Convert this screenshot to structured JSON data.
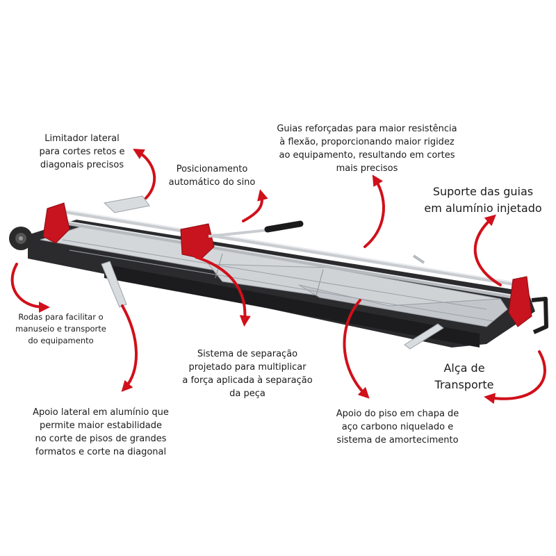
{
  "colors": {
    "arrow": "#d0101a",
    "frame": "#2b2b2e",
    "rail": "#c9ccd0",
    "plate": "#d4d7da",
    "accent": "#c8141e"
  },
  "callouts": [
    {
      "id": "limitador",
      "text": "Limitador lateral\npara cortes retos e\ndiagonais precisos"
    },
    {
      "id": "posicionamento",
      "text": "Posicionamento\nautomático do sino"
    },
    {
      "id": "guias",
      "text": "Guias reforçadas para maior resistência\nà flexão, proporcionando maior rigidez\nao equipamento, resultando em cortes\nmais precisos"
    },
    {
      "id": "suporte",
      "text": "Suporte das guias\nem alumínio injetado"
    },
    {
      "id": "rodas",
      "text": "Rodas para facilitar o\nmanuseio e transporte\ndo equipamento"
    },
    {
      "id": "sistema",
      "text": "Sistema de separação\nprojetado para multiplicar\na força aplicada à separação\nda peça"
    },
    {
      "id": "alca",
      "text": "Alça de\nTransporte"
    },
    {
      "id": "apoio-lateral",
      "text": "Apoio lateral em alumínio que\npermite maior estabilidade\nno corte de pisos de grandes\nformatos e corte na diagonal"
    },
    {
      "id": "apoio-piso",
      "text": "Apoio do piso em chapa de\naço carbono niquelado e\nsistema de amortecimento"
    }
  ]
}
